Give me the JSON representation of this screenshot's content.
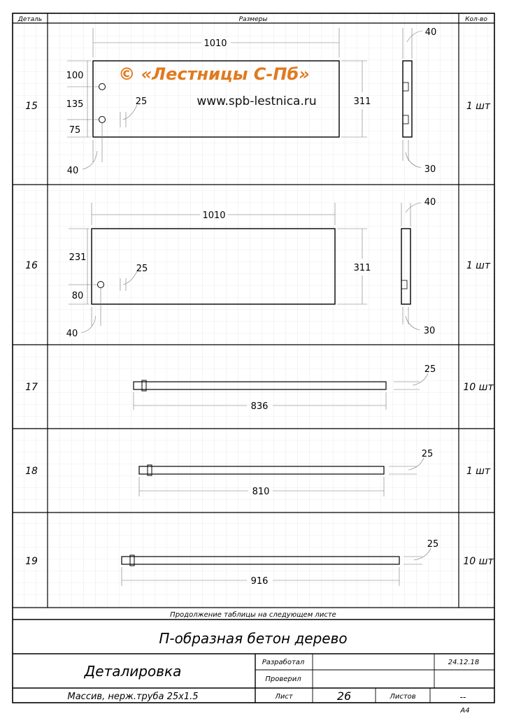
{
  "table": {
    "headers": {
      "part": "Деталь",
      "dims": "Размеры",
      "qty": "Кол-во"
    },
    "rows": [
      {
        "part": "15",
        "qty": "1 шт",
        "dims": {
          "length": "1010",
          "height": "311",
          "hole_top": "100",
          "hole_mid": "135",
          "hole_bot": "75",
          "hole_dia": "25",
          "edge": "40",
          "thickness": "40",
          "slot": "30"
        },
        "watermark": {
          "brand": "© «Лестницы С-Пб»",
          "site": "www.spb-lestnica.ru",
          "color": "#e07a1f"
        }
      },
      {
        "part": "16",
        "qty": "1 шт",
        "dims": {
          "length": "1010",
          "height": "311",
          "hole_top": "231",
          "hole_bot": "80",
          "hole_dia": "25",
          "edge": "40",
          "thickness": "40",
          "slot": "30"
        }
      },
      {
        "part": "17",
        "qty": "10 шт",
        "dims": {
          "length": "836",
          "dia": "25"
        }
      },
      {
        "part": "18",
        "qty": "1 шт",
        "dims": {
          "length": "810",
          "dia": "25"
        }
      },
      {
        "part": "19",
        "qty": "10 шт",
        "dims": {
          "length": "916",
          "dia": "25"
        }
      }
    ],
    "continuation": "Продолжение таблицы на следующем листе"
  },
  "title_block": {
    "project": "П-образная бетон дерево",
    "doc_title": "Деталировка",
    "material": "Массив, нерж.труба 25x1.5",
    "developed_label": "Разработал",
    "checked_label": "Проверил",
    "date": "24.12.18",
    "sheet_label": "Лист",
    "sheet_no": "26",
    "sheets_label": "Листов",
    "sheets_value": "--",
    "format": "А4"
  },
  "colors": {
    "line": "#000000",
    "grid": "#d8d8d8",
    "dim": "#555555"
  }
}
